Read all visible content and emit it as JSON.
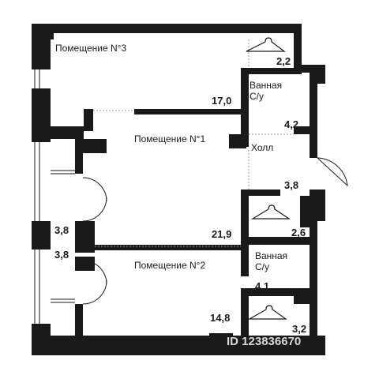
{
  "rooms": {
    "r3": {
      "name": "Помещение N°3",
      "area": "17,0"
    },
    "r1": {
      "name": "Помещение N°1",
      "area": "21,9"
    },
    "r2": {
      "name": "Помещение N°2",
      "area": "14,8"
    },
    "wardrobe_top": {
      "area": "2,2"
    },
    "bath1": {
      "name": "Ванная",
      "name2": "С/у",
      "area": "4,2"
    },
    "hall": {
      "name": "Холл",
      "area": "3,8"
    },
    "wardrobe_mid": {
      "area": "2,6"
    },
    "bath2": {
      "name": "Ванная",
      "name2": "С/у",
      "area": "4,1"
    },
    "wardrobe_bot": {
      "area": "3,2"
    },
    "balcony_top": {
      "area": "3,8"
    },
    "balcony_bot": {
      "area": "3,8"
    }
  },
  "watermark": "ID 123836670",
  "icons": [
    "hanger-icon",
    "hanger-icon",
    "hanger-icon"
  ],
  "colors": {
    "wall": "#1a1a1a",
    "background": "#ffffff",
    "watermark": "#d8d8d8"
  }
}
